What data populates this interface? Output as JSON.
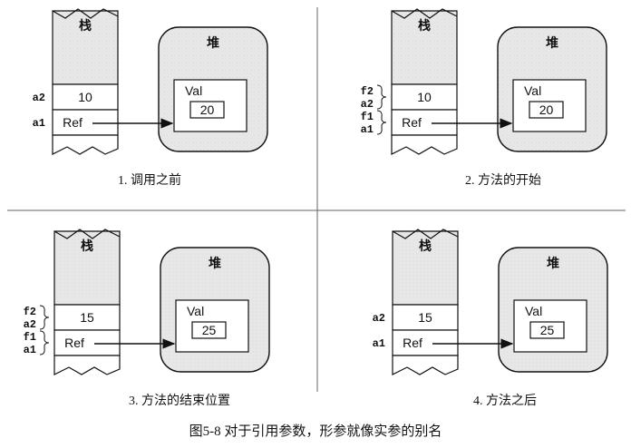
{
  "figure_caption": "图5-8   对于引用参数，形参就像实参的别名",
  "panels": [
    {
      "title": "1. 调用之前",
      "stack_label": "栈",
      "heap_label": "堆",
      "cell_value": "10",
      "cell_ref": "Ref",
      "val_label": "Val",
      "val_value": "20",
      "row1_names": [
        "a2"
      ],
      "row2_names": [
        "a1"
      ]
    },
    {
      "title": "2. 方法的开始",
      "stack_label": "栈",
      "heap_label": "堆",
      "cell_value": "10",
      "cell_ref": "Ref",
      "val_label": "Val",
      "val_value": "20",
      "row1_names": [
        "f2",
        "a2"
      ],
      "row2_names": [
        "f1",
        "a1"
      ]
    },
    {
      "title": "3. 方法的结束位置",
      "stack_label": "栈",
      "heap_label": "堆",
      "cell_value": "15",
      "cell_ref": "Ref",
      "val_label": "Val",
      "val_value": "25",
      "row1_names": [
        "f2",
        "a2"
      ],
      "row2_names": [
        "f1",
        "a1"
      ]
    },
    {
      "title": "4. 方法之后",
      "stack_label": "栈",
      "heap_label": "堆",
      "cell_value": "15",
      "cell_ref": "Ref",
      "val_label": "Val",
      "val_value": "25",
      "row1_names": [
        "a2"
      ],
      "row2_names": [
        "a1"
      ]
    }
  ]
}
